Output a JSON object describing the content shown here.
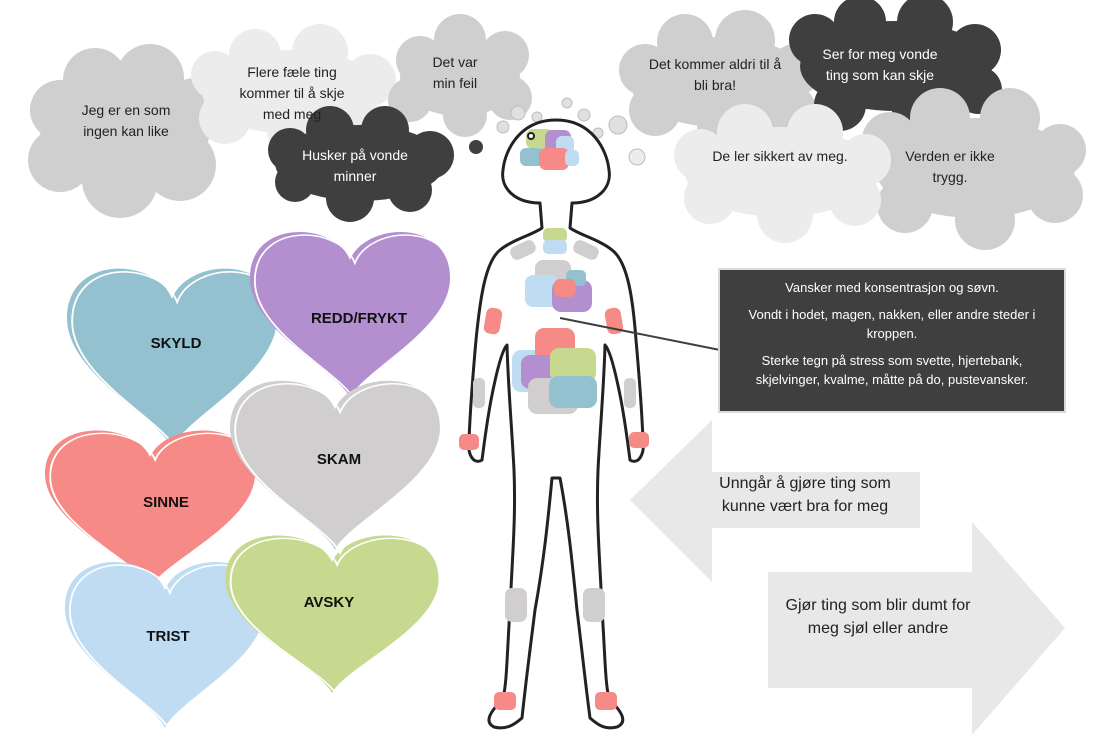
{
  "clouds": {
    "ingen_like": "Jeg er en som ingen kan like",
    "fle_ting": "Flere fæle ting kommer til å skje med meg",
    "min_feil": "Det var min feil",
    "vonde_minner": "Husker på vonde minner",
    "aldri_bra": "Det kommer aldri til å bli bra!",
    "vonde_ting": "Ser for meg vonde ting som kan skje",
    "ler_av_meg": "De ler sikkert av meg.",
    "ikke_trygg": "Verden er ikke trygg."
  },
  "hearts": {
    "skyld": "SKYLD",
    "redd": "REDD/FRYKT",
    "skam": "SKAM",
    "sinne": "SINNE",
    "avsky": "AVSKY",
    "trist": "TRIST"
  },
  "info": {
    "line1": "Vansker med konsentrasjon og søvn.",
    "line2": "Vondt i hodet, magen, nakken, eller andre steder i kroppen.",
    "line3": "Sterke tegn på stress som svette, hjertebank, skjelvinger, kvalme, måtte på do, pustevansker."
  },
  "arrows": {
    "left": "Unngår å gjøre ting som kunne vært bra for meg",
    "right": "Gjør ting som blir dumt for meg sjøl eller andre"
  },
  "colors": {
    "cloud_light": "#cfcfcf",
    "cloud_lighter": "#ececec",
    "cloud_dark": "#3f3f3f",
    "skyld": "#94c1cf",
    "redd": "#b38fcf",
    "skam": "#d0cece",
    "sinne": "#f58a86",
    "avsky": "#c6d98f",
    "trist": "#c0dcf2",
    "arrow": "#e8e8e8"
  }
}
